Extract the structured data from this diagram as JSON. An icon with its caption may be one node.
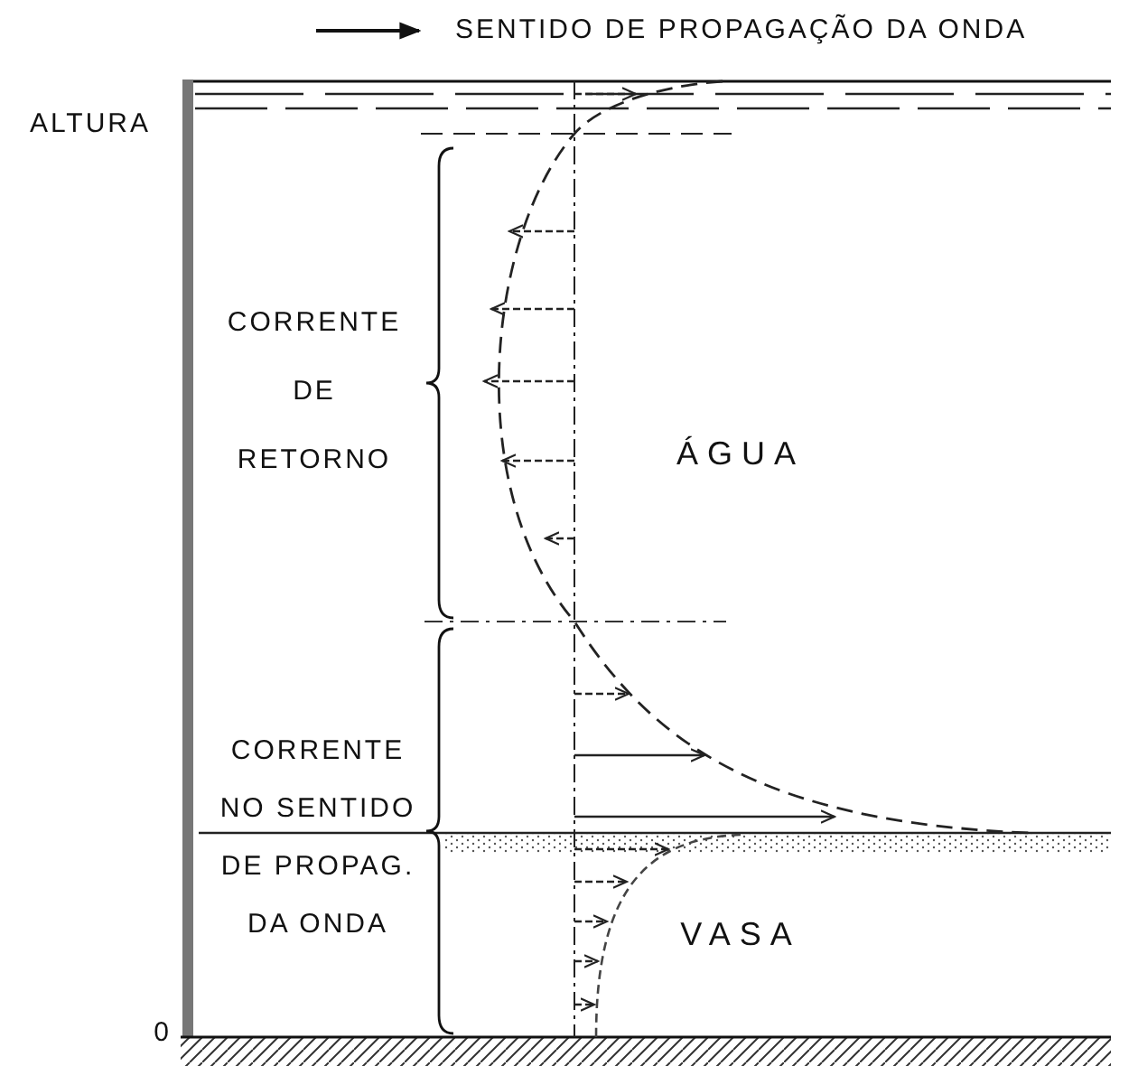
{
  "diagram": {
    "labels": [
      "ALTURA",
      "CORRENTE DE RETORNO",
      "ÁGUA",
      "CORRENTE NO SENTIDO DE PROPAG. DA ONDA",
      "VASA",
      "0"
    ],
    "legend": [
      {
        "text": "SENTIDO DE PROPAGAÇÃO DA ONDA"
      }
    ]
  }
}
